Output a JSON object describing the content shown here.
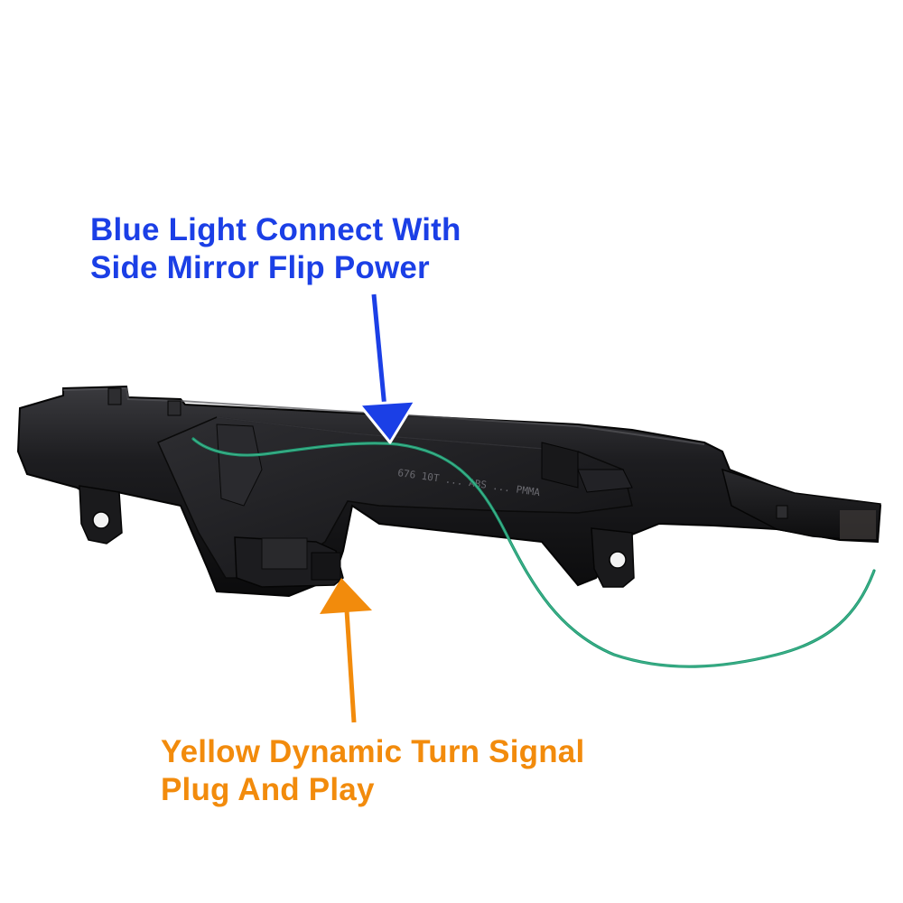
{
  "annotations": {
    "blue": {
      "line1": "Blue Light Connect With",
      "line2": "Side Mirror Flip Power",
      "color": "#1b3fe6"
    },
    "orange": {
      "line1": "Yellow Dynamic Turn Signal",
      "line2": "Plug And Play",
      "color": "#f28b0c"
    }
  },
  "product": {
    "housing_color": "#1a1a1c",
    "wire_color": "#1f9a72",
    "molded_text": "676 10T ... ABS ... PMMA"
  }
}
